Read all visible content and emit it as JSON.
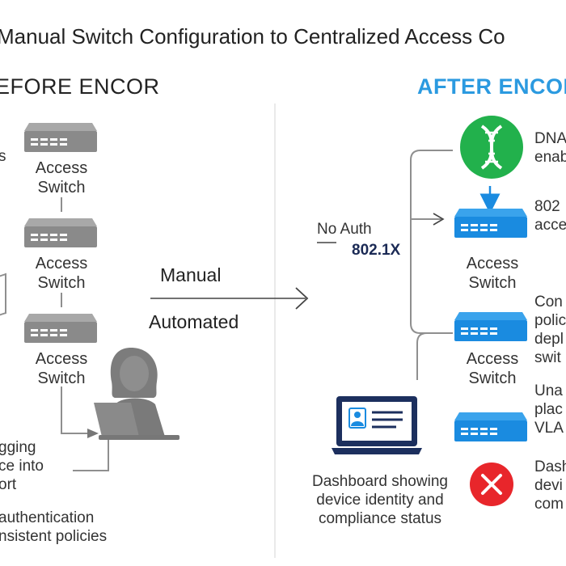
{
  "title": "Manual Switch Configuration to Centralized Access Co",
  "before": {
    "header": "EFORE ENCOR",
    "switch_label": "Access Switch",
    "left_edge_top": "s",
    "plug_note": [
      "gging",
      "ce into",
      "ort"
    ],
    "problem_note": [
      "authentication",
      "nsistent policies"
    ]
  },
  "middle": {
    "manual": "Manual",
    "automated": "Automated"
  },
  "after": {
    "header": "AFTER ENCOR",
    "no_auth": "No Auth",
    "dot1x": "802.1X",
    "switch_label": "Access Switch",
    "dashboard_caption": [
      "Dashboard showing",
      "device identity and",
      "compliance status"
    ],
    "side_notes": {
      "dna": [
        "DNA",
        "enab"
      ],
      "dot1x": [
        "802",
        "acce"
      ],
      "policies": [
        "Con",
        "polic",
        "depl",
        "swit"
      ],
      "vlan": [
        "Una",
        "plac",
        "VLA"
      ],
      "dash": [
        "Dash",
        "devi",
        "com"
      ]
    }
  },
  "colors": {
    "after_accent": "#2b9ae0",
    "switch_gray": "#8a8a8a",
    "switch_blue": "#1a8be0",
    "dna_green": "#22b14c",
    "deny_red": "#e8262b",
    "line_gray": "#8f8f8f"
  },
  "icons": [
    "access-switch-icon",
    "dna-helix-icon",
    "laptop-user-icon",
    "dashboard-laptop-icon",
    "deny-x-icon",
    "arrow-icon"
  ]
}
